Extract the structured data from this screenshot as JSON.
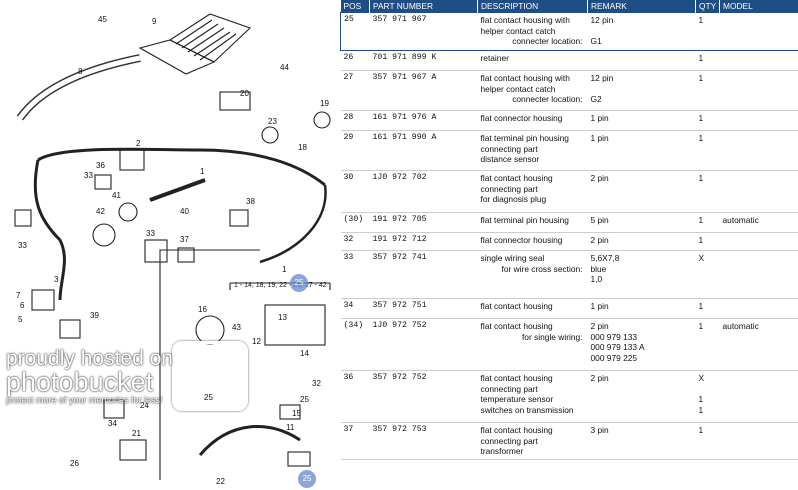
{
  "table": {
    "headers": [
      "POS",
      "PART NUMBER",
      "DESCRIPTION",
      "REMARK",
      "QTY",
      "MODEL"
    ],
    "rows": [
      {
        "pos": "25",
        "part": "357 971 967",
        "desc": [
          "flat contact housing with",
          "helper contact catch"
        ],
        "desc_sub": "connecter location:",
        "remark": [
          "12 pin",
          "",
          "G1"
        ],
        "qty": "1",
        "model": ""
      },
      {
        "pos": "26",
        "part": "701 971 899 K",
        "desc": [
          "retainer"
        ],
        "desc_sub": "",
        "remark": [
          ""
        ],
        "qty": "1",
        "model": ""
      },
      {
        "pos": "27",
        "part": "357 971 967 A",
        "desc": [
          "flat contact housing with",
          "helper contact catch"
        ],
        "desc_sub": "connecter location:",
        "remark": [
          "12 pin",
          "",
          "G2"
        ],
        "qty": "1",
        "model": ""
      },
      {
        "pos": "28",
        "part": "161 971 976 A",
        "desc": [
          "flat connector housing"
        ],
        "desc_sub": "",
        "remark": [
          "1 pin"
        ],
        "qty": "1",
        "model": ""
      },
      {
        "pos": "29",
        "part": "161 971 990 A",
        "desc": [
          "flat terminal pin housing",
          "connecting part",
          "distance sensor"
        ],
        "desc_sub": "",
        "remark": [
          "1 pin"
        ],
        "qty": "1",
        "model": ""
      },
      {
        "pos": "30",
        "part": "1J0 972 702",
        "desc": [
          "flat contact housing",
          "connecting part",
          "for diagnosis plug"
        ],
        "desc_sub": "",
        "remark": [
          "2 pin"
        ],
        "qty": "1",
        "model": ""
      },
      {
        "pos": "(30)",
        "part": "191 972 705",
        "desc": [
          "flat terminal pin housing"
        ],
        "desc_sub": "",
        "remark": [
          "5 pin"
        ],
        "qty": "1",
        "model": "automatic"
      },
      {
        "pos": "32",
        "part": "191 972 712",
        "desc": [
          "flat connector housing"
        ],
        "desc_sub": "",
        "remark": [
          "2 pin"
        ],
        "qty": "1",
        "model": ""
      },
      {
        "pos": "33",
        "part": "357 972 741",
        "desc": [
          "single wiring seal"
        ],
        "desc_sub": "for wire cross section:",
        "remark": [
          "5,6X7,8",
          "blue",
          "1,0"
        ],
        "qty": "X",
        "model": ""
      },
      {
        "pos": "34",
        "part": "357 972 751",
        "desc": [
          "flat contact housing"
        ],
        "desc_sub": "",
        "remark": [
          "1 pin"
        ],
        "qty": "1",
        "model": ""
      },
      {
        "pos": "(34)",
        "part": "1J0 972 752",
        "desc": [
          "flat contact housing"
        ],
        "desc_sub": "for single wiring:",
        "remark": [
          "2 pin",
          "000 979 133",
          "000 979 133 A",
          "000 979 225"
        ],
        "qty": "1",
        "model": "automatic"
      },
      {
        "pos": "36",
        "part": "357 972 752",
        "desc": [
          "flat contact housing",
          "connecting part",
          "temperature sensor",
          "switches on transmission"
        ],
        "desc_sub": "",
        "remark": [
          "2 pin"
        ],
        "qty": "X\n\n1\n1",
        "model": ""
      },
      {
        "pos": "37",
        "part": "357 972 753",
        "desc": [
          "flat contact housing",
          "connecting part",
          "transformer"
        ],
        "desc_sub": "",
        "remark": [
          "3 pin"
        ],
        "qty": "1",
        "model": ""
      }
    ]
  },
  "diagram": {
    "callouts": [
      "45",
      "9",
      "8",
      "44",
      "20",
      "19",
      "23",
      "18",
      "36",
      "33",
      "2",
      "41",
      "1",
      "42",
      "40",
      "38",
      "37",
      "33",
      "3",
      "33",
      "7",
      "6",
      "5",
      "39",
      "16",
      "43",
      "12",
      "13",
      "14",
      "24",
      "34",
      "26",
      "21",
      "22",
      "32",
      "25",
      "15",
      "11",
      "25"
    ],
    "range_label": "1 - 14, 18, 19, 22 - 25, 27 - 42",
    "top_number": "1",
    "badge_top": "25",
    "badge_bottom": "25"
  },
  "watermark": {
    "line1": "protect more of your memories for less!",
    "brand": "photobucket",
    "prefix": "proudly hosted on"
  }
}
